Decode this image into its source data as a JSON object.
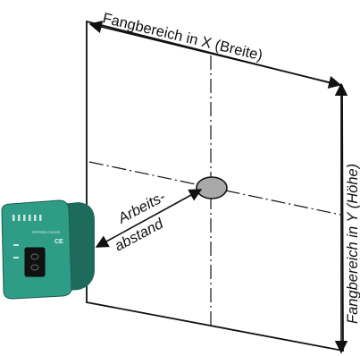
{
  "labels": {
    "width_range": "Fangbereich in X (Breite)",
    "height_range": "Fangbereich in Y (Höhe)",
    "working_distance_line1": "Arbeits-",
    "working_distance_line2": "abstand"
  },
  "device": {
    "brand_text": "PEPPERL+FUCHS",
    "ce_mark": "CE",
    "body_color": "#2f9d86",
    "body_dark_color": "#1f6b5b",
    "front_panel_color": "#111111"
  },
  "colors": {
    "line": "#111111",
    "target_fill": "#a9a9a9"
  }
}
